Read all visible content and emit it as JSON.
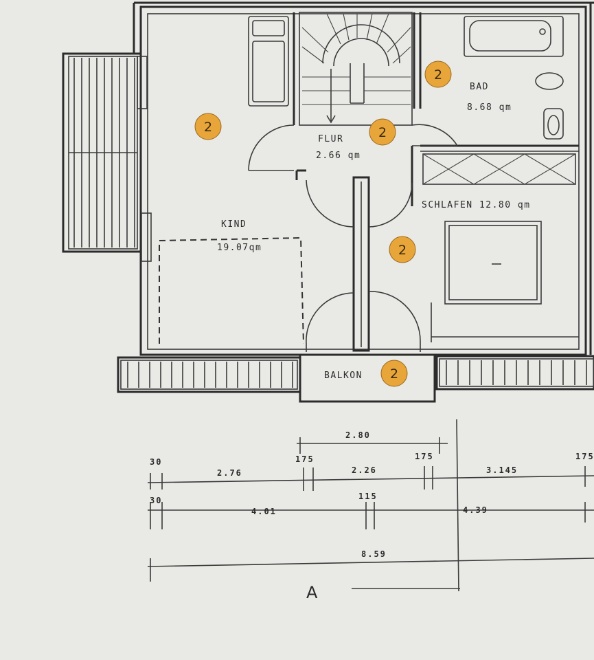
{
  "rooms": {
    "kind": {
      "name": "KIND",
      "area": "19.07qm"
    },
    "flur": {
      "name": "FLUR",
      "area": "2.66 qm"
    },
    "bad": {
      "name": "BAD",
      "area": "8.68 qm"
    },
    "schlafen": {
      "name": "SCHLAFEN 12.80 qm"
    },
    "balkon": {
      "name": "BALKON"
    }
  },
  "badges": {
    "kind": "2",
    "flur": "2",
    "bad": "2",
    "schlafen": "2",
    "balkon": "2"
  },
  "dimensions": {
    "door_span": "2.80",
    "row1": [
      "30",
      "2.76",
      "175",
      "2.26",
      "175",
      "3.145",
      "175"
    ],
    "row2": [
      "30",
      "4.01",
      "115",
      "4.39"
    ],
    "total": "8.59"
  },
  "section_label": "A",
  "colors": {
    "badge": "#e8a53a",
    "line": "#2c2c2c",
    "paper": "#e9e9e6"
  }
}
